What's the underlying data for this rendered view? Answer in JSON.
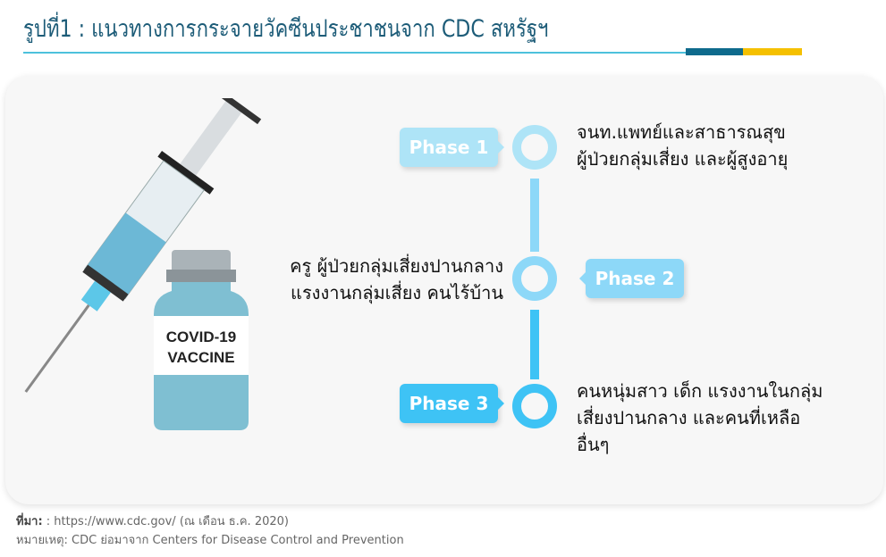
{
  "header": {
    "title": "รูปที่1 : แนวทางการกระจายวัคซีนประชาชนจาก CDC สหรัฐฯ",
    "colors": {
      "title": "#1d5c78",
      "rule": "#4cc1dc",
      "accent_blue": "#0e6a8c",
      "accent_yellow": "#f5c000"
    }
  },
  "illustration": {
    "vial_label_line1": "COVID-19",
    "vial_label_line2": "VACCINE"
  },
  "phases": [
    {
      "label": "Phase 1",
      "color": "#aee4f7",
      "lines": [
        "จนท.แพทย์และสาธารณสุข",
        "ผู้ป่วยกลุ่มเสี่ยง และผู้สูงอายุ"
      ]
    },
    {
      "label": "Phase 2",
      "color": "#8dd8f8",
      "lines": [
        "ครู ผู้ป่วยกลุ่มเสี่ยงปานกลาง",
        "แรงงานกลุ่มเสี่ยง คนไร้บ้าน"
      ]
    },
    {
      "label": "Phase 3",
      "color": "#3ec3f5",
      "lines": [
        "คนหนุ่มสาว เด็ก แรงงานในกลุ่ม",
        "เสี่ยงปานกลาง และคนที่เหลือ",
        "อื่นๆ"
      ]
    }
  ],
  "footer": {
    "source_label": "ที่มา:",
    "source_text": ": https://www.cdc.gov/ (ณ เดือน ธ.ค. 2020)",
    "note": "หมายเหตุ: CDC ย่อมาจาก Centers for Disease Control and Prevention"
  }
}
